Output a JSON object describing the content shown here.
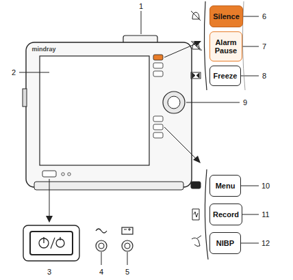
{
  "diagram": {
    "nodes": [
      {
        "text": [
          "Silence"
        ]
      },
      {
        "text": [
          "Alarm Pause"
        ]
      },
      {
        "text": [
          "Freeze"
        ]
      },
      {
        "text": [
          "Menu"
        ]
      },
      {
        "text": [
          "Record"
        ]
      },
      {
        "text": [
          "NIBP"
        ]
      }
    ],
    "labels": [
      "1",
      "2",
      "3",
      "4",
      "5",
      "6",
      "7",
      "8",
      "9",
      "10",
      "11",
      "12",
      "mindray"
    ]
  }
}
